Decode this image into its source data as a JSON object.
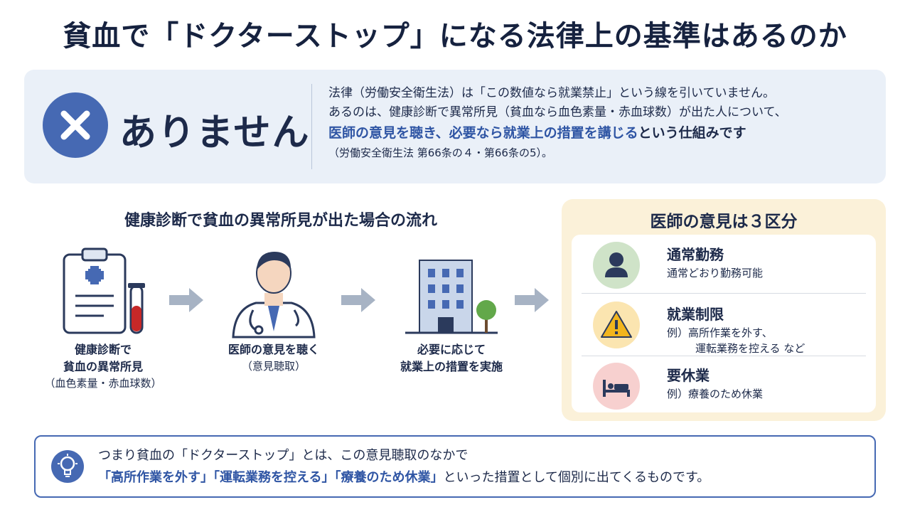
{
  "title": "貧血で「ドクターストップ」になる法律上の基準はあるのか",
  "answer": {
    "icon": "x-circle-icon",
    "label": "ありません",
    "line1": "法律（労働安全衛生法）は「この数値なら就業禁止」という線を引いていません。",
    "line2": "あるのは、健康診断で異常所見（貧血なら血色素量・赤血球数）が出た人について、",
    "line3_highlight": "医師の意見を聴き、必要なら就業上の措置を講じる",
    "line3_rest": "という仕組みです",
    "line4": "（労働安全衛生法 第66条の４・第66条の5）。"
  },
  "flow": {
    "title": "健康診断で貧血の異常所見が出た場合の流れ",
    "steps": [
      {
        "icon": "clipboard-test-tube-icon",
        "cap1": "健康診断で",
        "cap2": "貧血の異常所見",
        "sub": "（血色素量・赤血球数）"
      },
      {
        "icon": "doctor-icon",
        "cap1": "医師の意見を聴く",
        "sub": "（意見聴取）"
      },
      {
        "icon": "office-building-icon",
        "cap1": "必要に応じて",
        "cap2": "就業上の措置を実施"
      }
    ]
  },
  "opinion": {
    "title": "医師の意見は３区分",
    "options": [
      {
        "icon": "person-icon",
        "name": "通常勤務",
        "desc1": "通常どおり勤務可能",
        "color": "#cfe3c8"
      },
      {
        "icon": "warning-icon",
        "name": "就業制限",
        "desc1": "例）高所作業を外す、",
        "desc2": "運転業務を控える など",
        "color": "#fbe5b0"
      },
      {
        "icon": "bed-icon",
        "name": "要休業",
        "desc1": "例）療養のため休業",
        "color": "#f7d0cf"
      }
    ]
  },
  "summary": {
    "icon": "lightbulb-icon",
    "line1": "つまり貧血の「ドクターストップ」とは、この意見聴取のなかで",
    "line2_highlight": "「高所作業を外す」「運転業務を控える」「療養のため休業」",
    "line2_rest": "といった措置として個別に出てくるものです。"
  },
  "colors": {
    "accent": "#4669b3",
    "highlight": "#2f55a4",
    "panel": "#fbf1d9",
    "answer_bg": "#eaf0f8"
  }
}
